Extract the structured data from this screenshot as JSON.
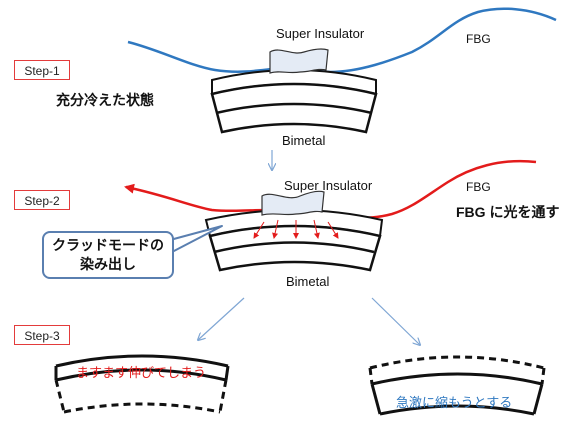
{
  "steps": {
    "step1": "Step-1",
    "step2": "Step-2",
    "step3": "Step-3"
  },
  "labels": {
    "super_insulator_1": "Super Insulator",
    "super_insulator_2": "Super Insulator",
    "fbg_1": "FBG",
    "fbg_2": "FBG",
    "bimetal_1": "Bimetal",
    "bimetal_2": "Bimetal",
    "cooled_state": "充分冷えた状態",
    "light_through": "FBG に光を通す",
    "cladding_mode_line1": "クラッドモードの",
    "cladding_mode_line2": "染み出し",
    "keeps_stretching": "ますます伸びてしまう",
    "sudden_shrink": "急激に縮もうとする"
  },
  "colors": {
    "fiber_blue": "#2f78c0",
    "fiber_red": "#e31b1b",
    "step_border": "#e33b3b",
    "callout_border": "#5a7fb0",
    "arrow_blue": "#7fa6d4",
    "shrink_text": "#2f78c0"
  }
}
